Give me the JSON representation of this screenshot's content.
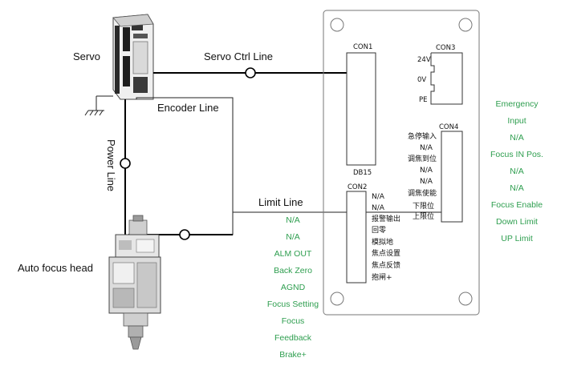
{
  "labels": {
    "servo": "Servo",
    "servo_ctrl_line": "Servo Ctrl Line",
    "encoder_line": "Encoder Line",
    "power_line": "Power Line",
    "limit_line": "Limit Line",
    "auto_focus_head": "Auto focus head"
  },
  "connectors": {
    "con1": "CON1",
    "con2": "CON2",
    "con3": "CON3",
    "con4": "CON4",
    "db15": "DB15"
  },
  "con3_pins": [
    "24V",
    "0V",
    "PE"
  ],
  "con4_pins": [
    "急停输入",
    "N/A",
    "调焦到位",
    "N/A",
    "N/A",
    "调焦使能",
    "下限位",
    "上限位"
  ],
  "con2_pins": [
    "N/A",
    "N/A",
    "报警输出",
    "回零",
    "模拟地",
    "焦点设置",
    "焦点反馈",
    "抱闸+"
  ],
  "con2_english": [
    "N/A",
    "N/A",
    "ALM OUT",
    "Back Zero",
    "AGND",
    "Focus Setting",
    "Focus",
    "Feedback",
    "Brake+"
  ],
  "con4_english": [
    "Emergency",
    "Input",
    "N/A",
    "Focus IN Pos.",
    "N/A",
    "N/A",
    "Focus Enable",
    "Down Limit",
    "UP Limit"
  ],
  "colors": {
    "english_text": "#2e9e4f",
    "wire": "#000000",
    "board_outline": "#777777"
  }
}
